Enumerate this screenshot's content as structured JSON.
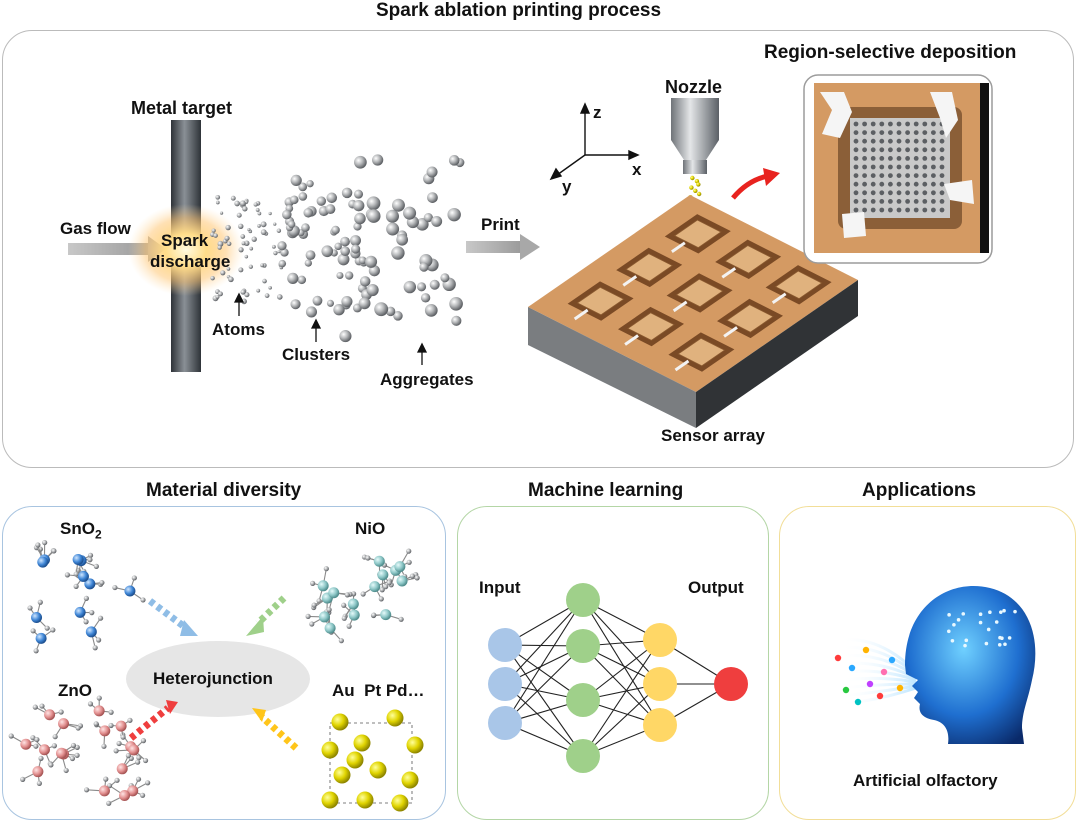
{
  "top": {
    "title": "Spark ablation printing process",
    "metal_target": "Metal target",
    "gas_flow": "Gas flow",
    "spark_line1": "Spark",
    "spark_line2": "discharge",
    "atoms": "Atoms",
    "clusters": "Clusters",
    "aggregates": "Aggregates",
    "print": "Print",
    "nozzle": "Nozzle",
    "axis_z": "z",
    "axis_x": "x",
    "axis_y": "y",
    "sensor_array": "Sensor array",
    "region_title": "Region-selective deposition"
  },
  "material": {
    "title": "Material diversity",
    "sno2_base": "SnO",
    "sno2_sub": "2",
    "nio": "NiO",
    "zno": "ZnO",
    "metals": "Au  Pt Pd…",
    "heterojunction": "Heterojunction"
  },
  "ml": {
    "title": "Machine learning",
    "input": "Input",
    "output": "Output"
  },
  "apps": {
    "title": "Applications",
    "caption": "Artificial olfactory"
  },
  "colors": {
    "input_node": "#a9c6e8",
    "hidden_node": "#9fd08a",
    "hidden2_node": "#ffd766",
    "output_node": "#ef3e3e",
    "copper": "#d49a63",
    "panel_blue": "#a8c4e0",
    "panel_green": "#b4d6a6",
    "panel_yellow": "#f2de98"
  }
}
